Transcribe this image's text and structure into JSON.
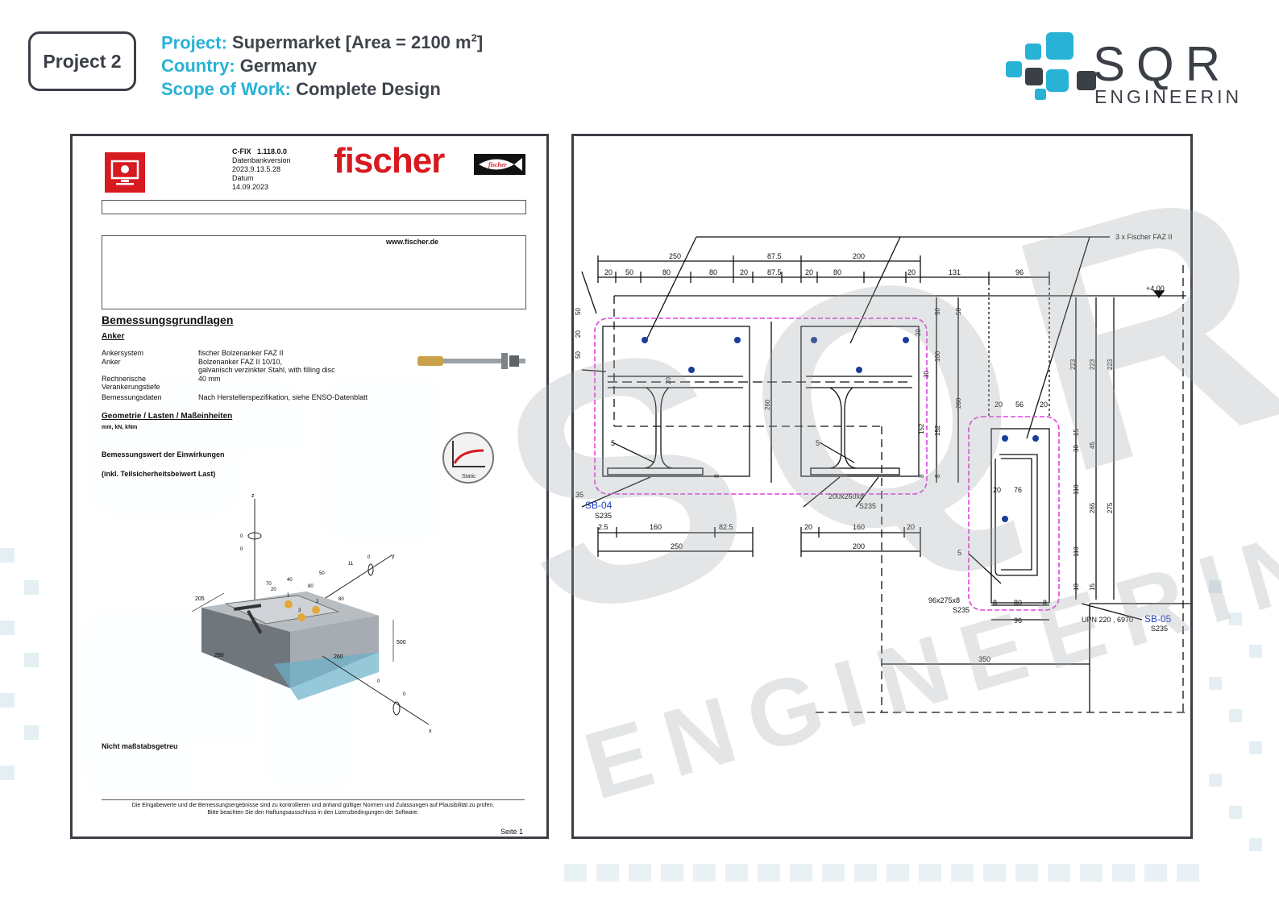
{
  "header": {
    "badge": "Project 2",
    "project_key": "Project:",
    "project_val": "Supermarket [Area = 2100 m",
    "project_sup": "2",
    "project_end": "]",
    "country_key": "Country:",
    "country_val": "Germany",
    "scope_key": "Scope of Work:",
    "scope_val": "Complete Design"
  },
  "logo": {
    "line1": "SQR",
    "line2": "ENGINEERING"
  },
  "colors": {
    "accent": "#27b2d6",
    "dark": "#3b3f46",
    "fischer_red": "#d71920",
    "magenta": "#e040e0"
  },
  "report": {
    "brand": "fischer",
    "software": "C-FIX",
    "version": "1.118.0.0",
    "db_label": "Datenbankversion",
    "db_value": "2023.9.13.5.28",
    "date_label": "Datum",
    "date_value": "14.09.2023",
    "website": "www.fischer.de",
    "section_title": "Bemessungsgrundlagen",
    "anchor_heading": "Anker",
    "rows": [
      {
        "label": "Ankersystem",
        "value": "fischer Bolzenanker FAZ II"
      },
      {
        "label": "Anker",
        "value": "Bolzenanker FAZ II 10/10,"
      },
      {
        "label": "",
        "value": "galvanisch verzinkter Stahl, with filling disc"
      },
      {
        "label": "Rechnerische",
        "value": "40 mm"
      },
      {
        "label": "Verankerungstiefe",
        "value": ""
      },
      {
        "label": "Bemessungsdaten",
        "value": "Nach Herstellerspezifikation, siehe ENSO-Datenblatt"
      }
    ],
    "geometry_heading": "Geometrie / Lasten / Maßeinheiten",
    "units": "mm, kN, kNm",
    "actions_title": "Bemessungswert der Einwirkungen",
    "actions_sub": "(inkl. Teilsicherheitsbeiwert Last)",
    "static_label": "Static",
    "not_to_scale": "Nicht maßstabsgetreu",
    "disclaimer1": "Die Eingabewerte und die Bemessungsergebnisse sind zu kontrollieren und anhand gültiger Normen und Zulassungen auf Plausibilität zu prüfen.",
    "disclaimer2": "Bitte beachten Sie den Haftungsausschluss in den Lizenzbedingungen der Software.",
    "page": "Seite 1",
    "fig_labels": {
      "z": "z",
      "y": "y",
      "x": "x",
      "d205": "205",
      "d260a": "260",
      "d260b": "260",
      "d500": "500",
      "d70": "70",
      "d20": "20",
      "d40": "40",
      "d80a": "80",
      "d50": "50",
      "d80b": "80",
      "d11": "11",
      "d0a": "0",
      "d0b": "0",
      "d0c": "0",
      "d0d": "0",
      "d0e": "0",
      "a1": "1",
      "a2": "2",
      "a3": "3"
    }
  },
  "drawing": {
    "callout": "3 x Fischer FAZ II",
    "level": "+4.00",
    "top_dims": {
      "d250": "250",
      "d875a": "87.5",
      "d200": "200",
      "d20a": "20",
      "d50": "50",
      "d80a": "80",
      "d80b": "80",
      "d20b": "20",
      "d875b": "87.5",
      "d20c": "20",
      "d80c": "80",
      "d20d": "20",
      "d131": "131",
      "d96": "96"
    },
    "bottom_dims": {
      "d25": "2.5",
      "d160a": "160",
      "d825": "82.5",
      "d250": "250",
      "d20a": "20",
      "d160b": "160",
      "d20b": "20",
      "d200": "200"
    },
    "vert_dims": {
      "v50a": "50",
      "v20a": "20",
      "v50b": "50",
      "v260a": "260",
      "v20b": "20",
      "v152a": "152",
      "v8a": "8",
      "v50c": "50",
      "v20c": "20",
      "v100": "100",
      "v30": "30",
      "v152b": "152",
      "v8b": "8",
      "v50d": "50",
      "v260b": "260",
      "v223a": "223",
      "v223b": "223",
      "v223c": "223",
      "v30b": "30",
      "v15": "15",
      "v45": "45",
      "v110a": "110",
      "v265": "265",
      "v275": "275",
      "v110b": "110",
      "v10": "10",
      "v15b": "15",
      "v8c": "8"
    },
    "channel_dims": {
      "c20a": "20",
      "c56": "56",
      "c20b": "20",
      "c20c": "20",
      "c76": "76",
      "c8": "8",
      "c80": "80",
      "c8b": "8",
      "c96": "96"
    },
    "weld_left": "5",
    "weld_mid": "5",
    "weld_ch": "5",
    "sb04": "SB-04",
    "s235a": "S235",
    "d35": "35",
    "plate_mid": "200x260x8",
    "s235b": "S235",
    "plate_ch": "96x275x8",
    "s235c": "S235",
    "upn": "UPN 220 , 6970",
    "sb05": "SB-05",
    "s235d": "S235",
    "d350": "350"
  }
}
